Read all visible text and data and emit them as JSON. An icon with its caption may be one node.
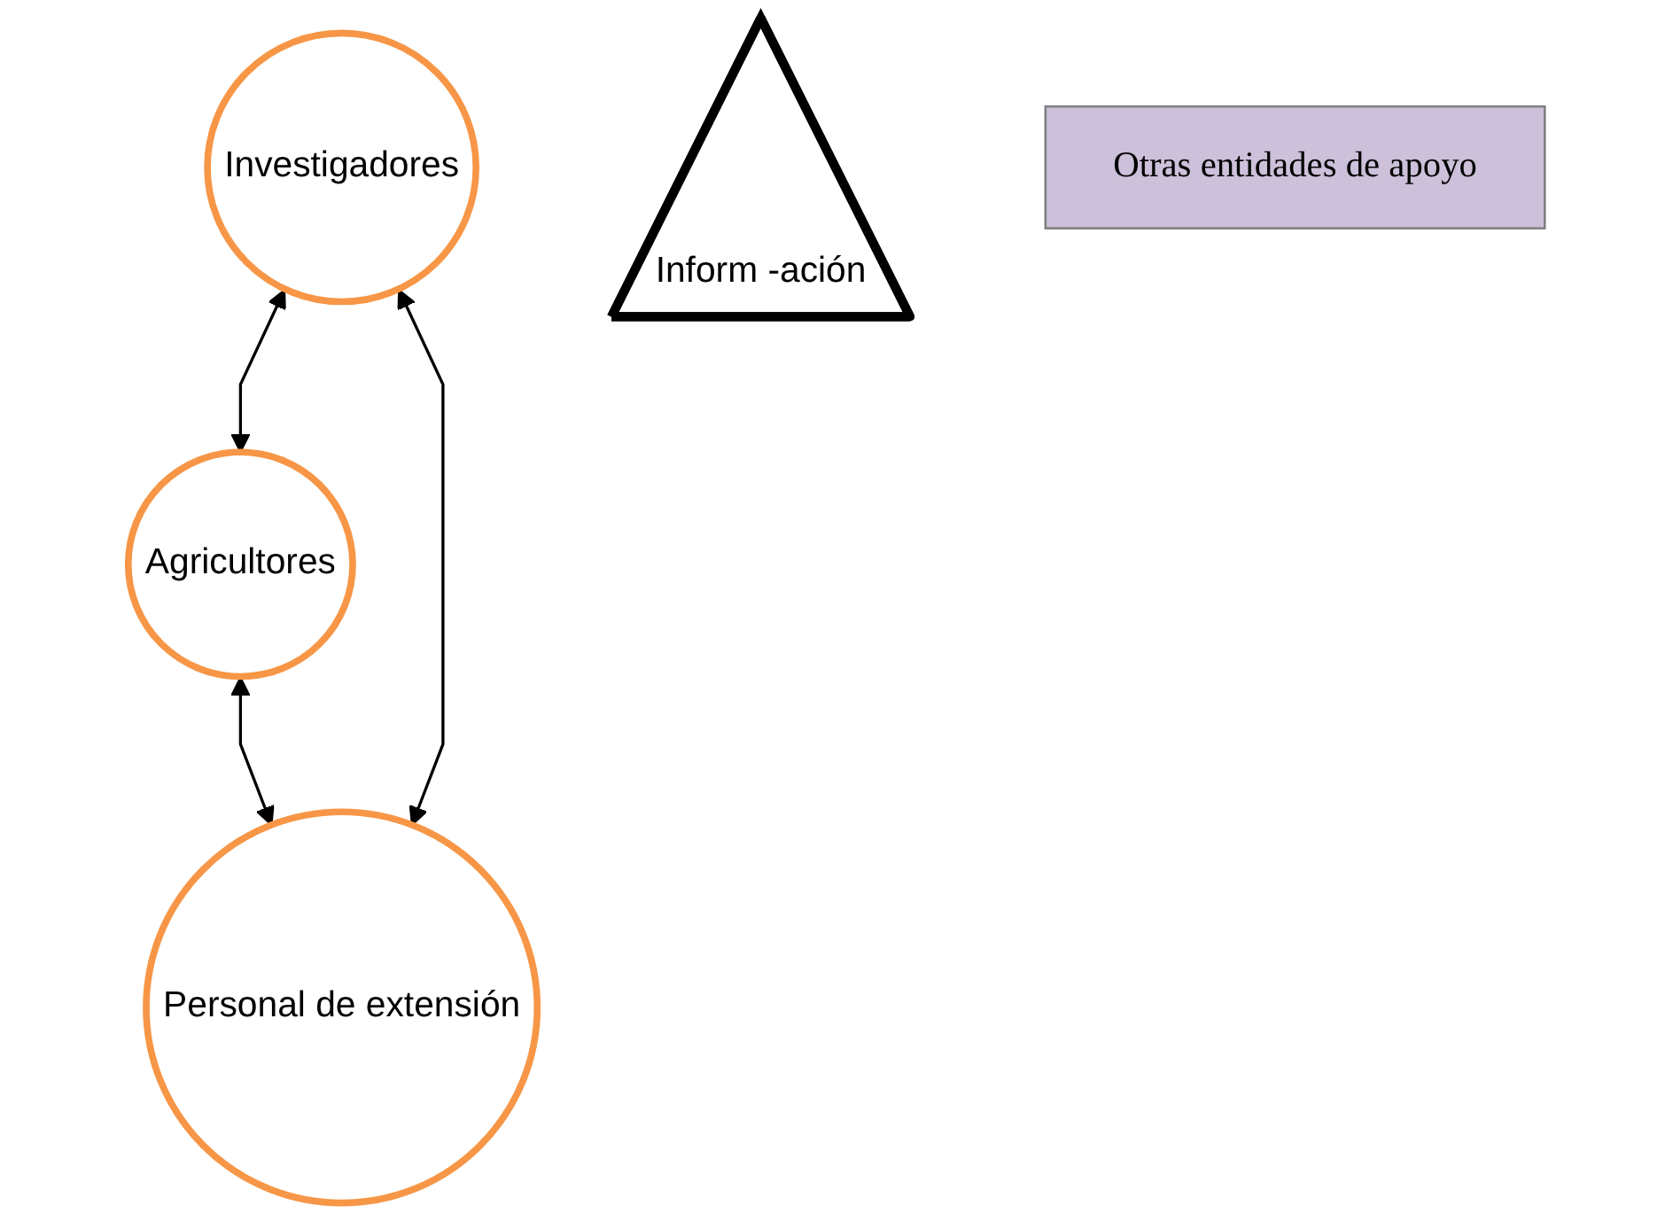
{
  "diagram": {
    "nodes": [
      {
        "text": [
          "Agricultores"
        ]
      },
      {
        "text": [
          "Investigadores"
        ]
      },
      {
        "text": [
          "Personal de extensión"
        ]
      },
      {
        "text": [
          "Inform -ación"
        ]
      },
      {
        "text": [
          "Otras entidades de apoyo"
        ]
      }
    ],
    "edges": [
      {
        "from": 1,
        "to": 0,
        "arrow": "both"
      },
      {
        "from": 0,
        "to": 2,
        "arrow": "both"
      },
      {
        "from": 1,
        "to": 2,
        "arrow": "both"
      }
    ]
  }
}
